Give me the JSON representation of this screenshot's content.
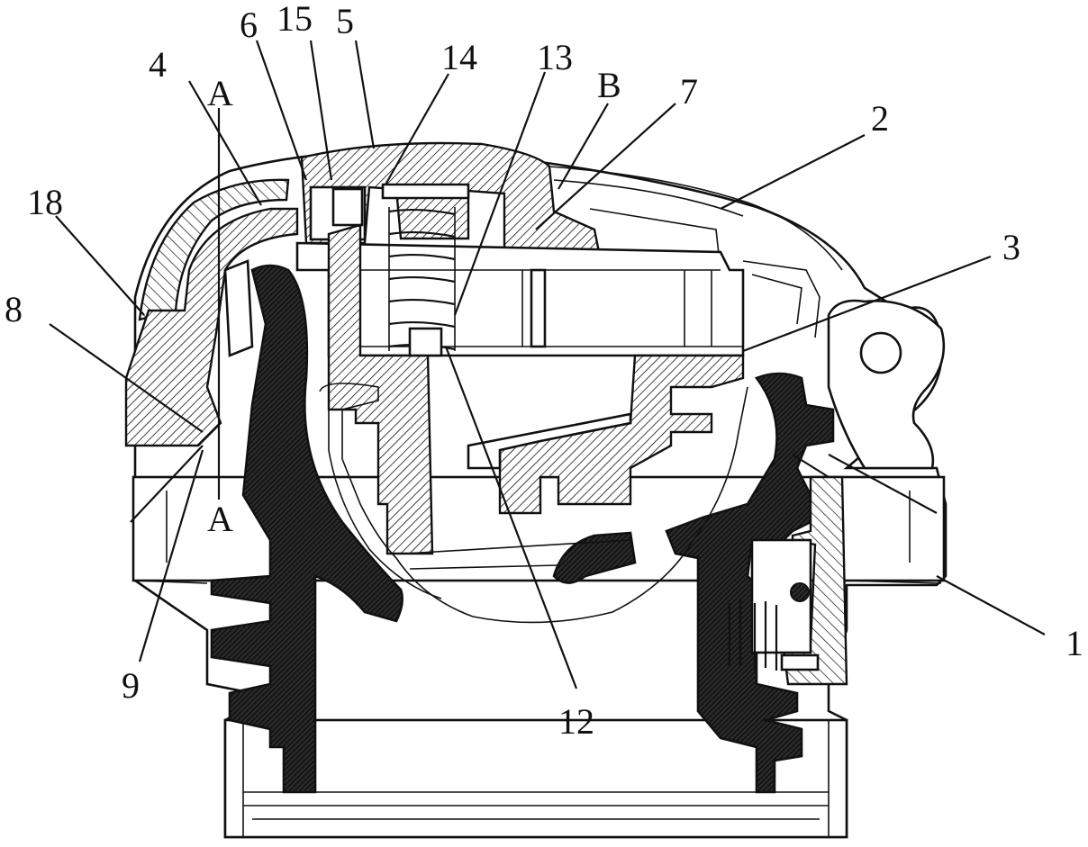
{
  "labels": [
    {
      "key": "1",
      "text": "1"
    },
    {
      "key": "2",
      "text": "2"
    },
    {
      "key": "3",
      "text": "3"
    },
    {
      "key": "4",
      "text": "4"
    },
    {
      "key": "5",
      "text": "5"
    },
    {
      "key": "6",
      "text": "6"
    },
    {
      "key": "7",
      "text": "7"
    },
    {
      "key": "8",
      "text": "8"
    },
    {
      "key": "9",
      "text": "9"
    },
    {
      "key": "12",
      "text": "12"
    },
    {
      "key": "13",
      "text": "13"
    },
    {
      "key": "14",
      "text": "14"
    },
    {
      "key": "15",
      "text": "15"
    },
    {
      "key": "18",
      "text": "18"
    },
    {
      "key": "A_top",
      "text": "A"
    },
    {
      "key": "A_bottom",
      "text": "A"
    },
    {
      "key": "B",
      "text": "B"
    }
  ]
}
